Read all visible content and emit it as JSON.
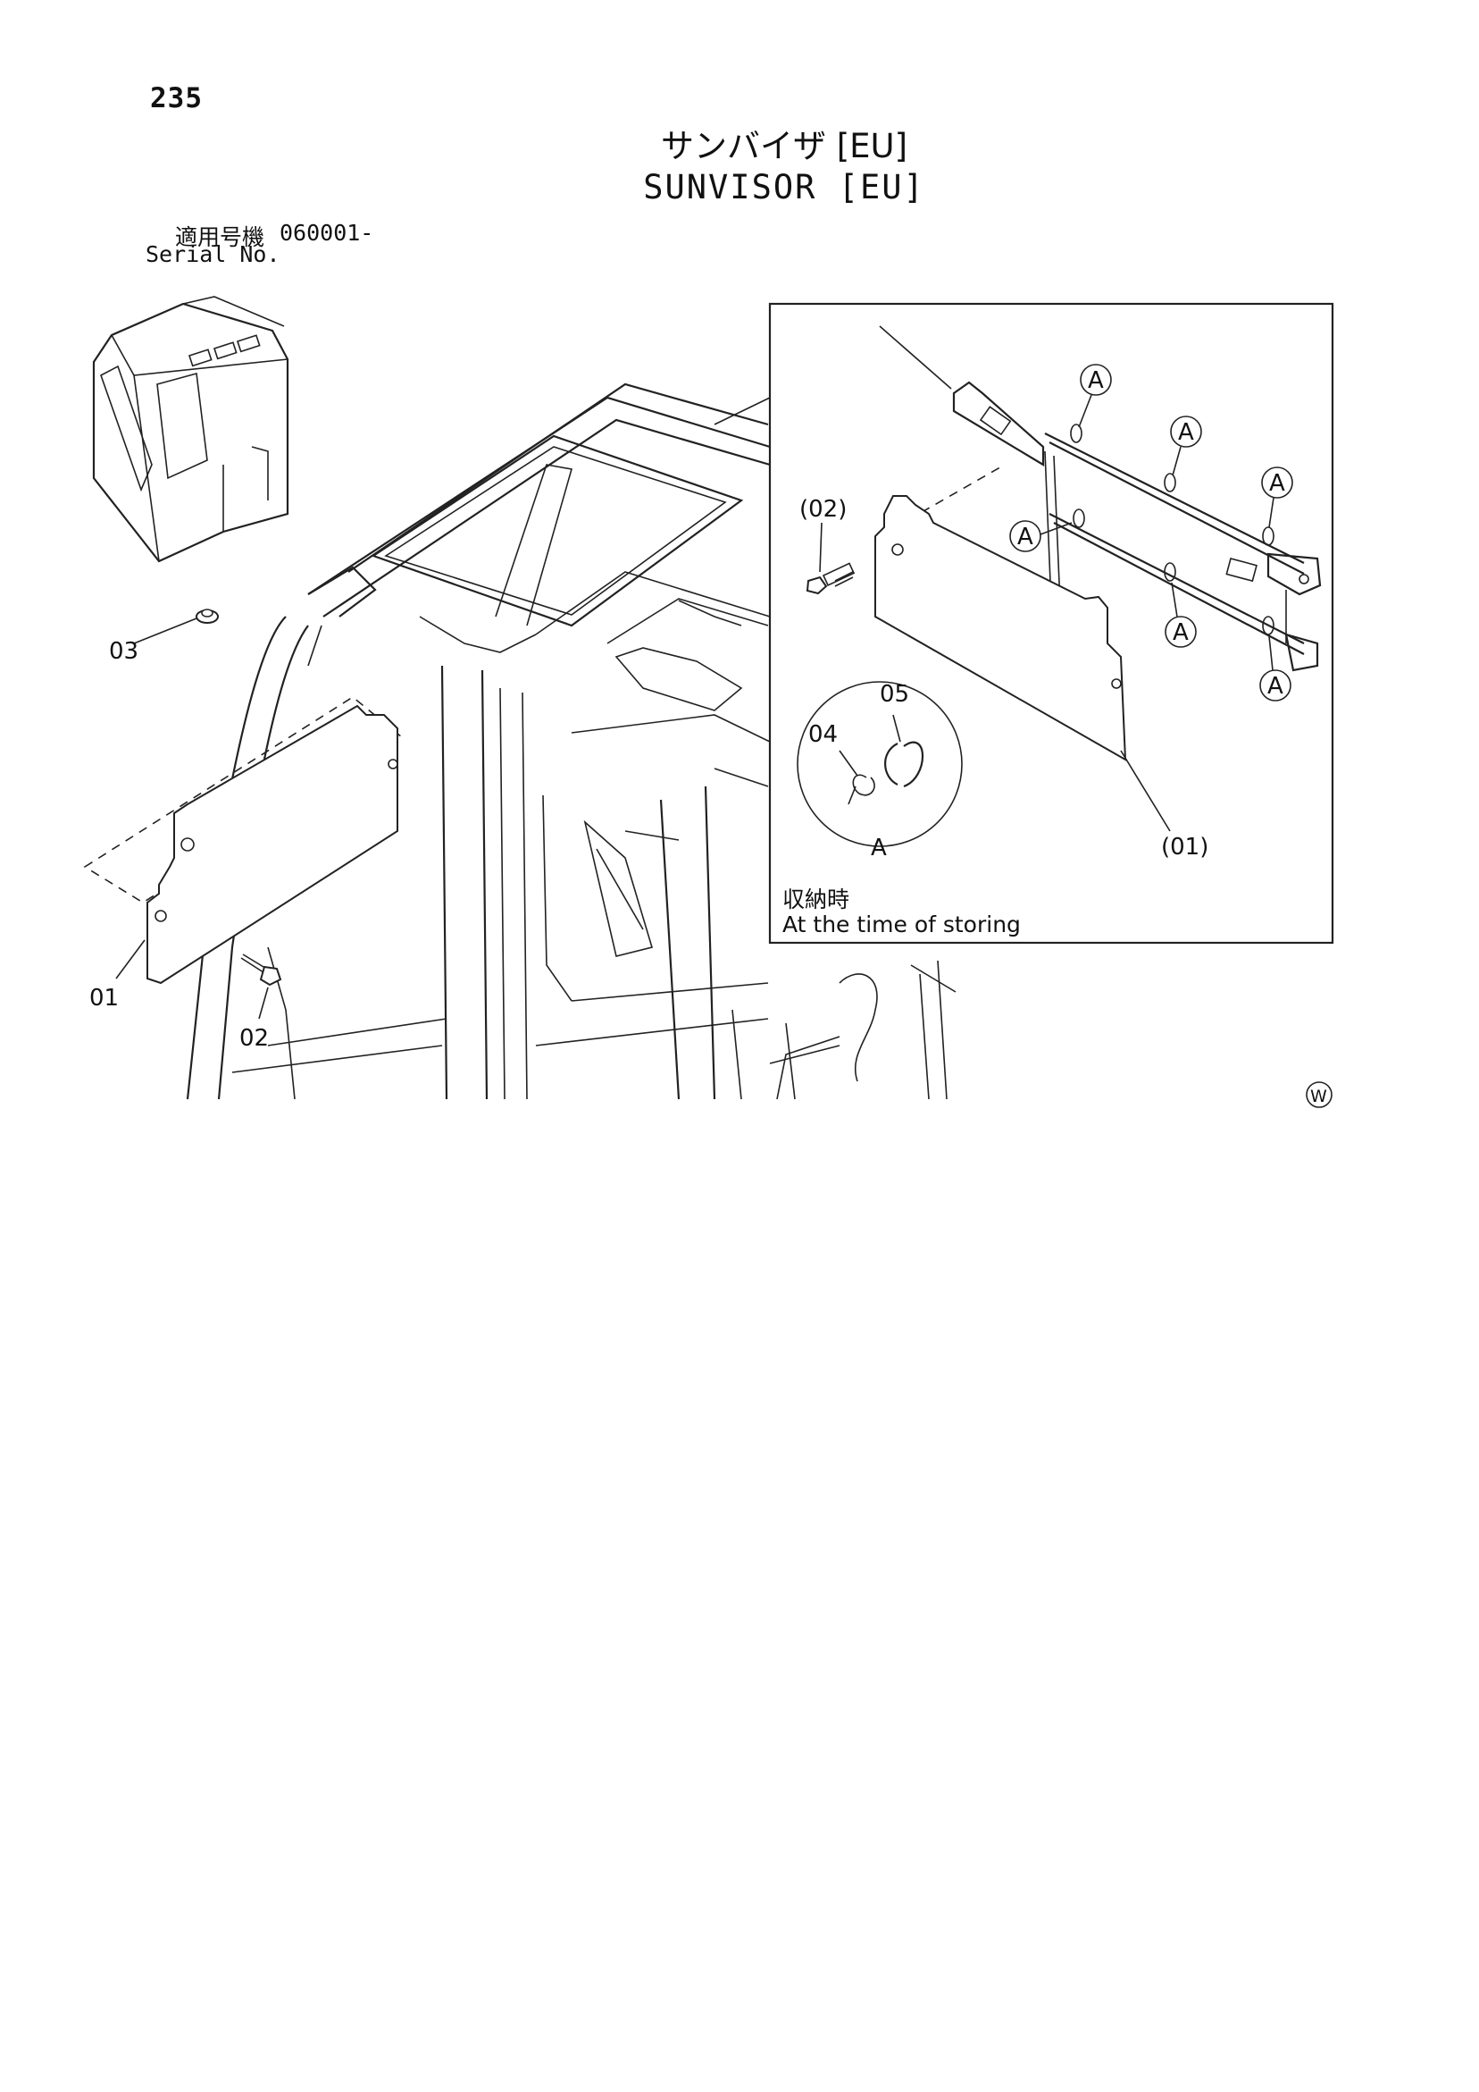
{
  "page": {
    "number": "235"
  },
  "title": {
    "japanese": "サンバイザ [EU]",
    "english": "SUNVISOR [EU]"
  },
  "serial": {
    "label_jp": "適用号機",
    "value": "060001-",
    "label_en": "Serial No."
  },
  "callouts": {
    "main": [
      "01",
      "02",
      "03"
    ],
    "inset": [
      "(01)",
      "(02)",
      "04",
      "05"
    ],
    "ref_marker": "A",
    "detail_label": "A"
  },
  "inset_caption": {
    "japanese": "収納時",
    "english": "At the time of storing"
  },
  "corner_mark": "W"
}
